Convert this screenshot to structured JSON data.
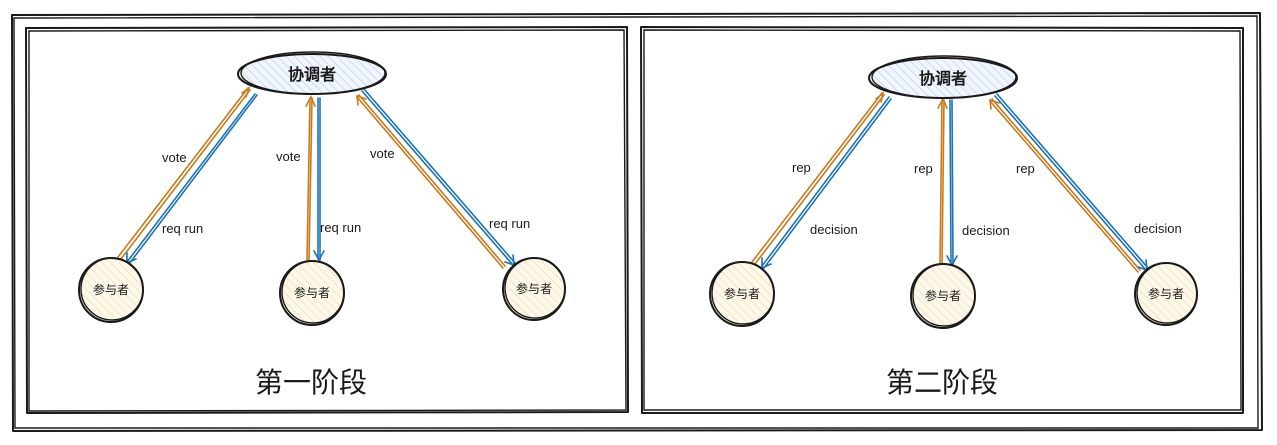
{
  "phases": [
    {
      "title": "第一阶段",
      "coordinator": "协调者",
      "participants": [
        "参与者",
        "参与者",
        "参与者"
      ],
      "up_label": "vote",
      "down_label": "req run"
    },
    {
      "title": "第二阶段",
      "coordinator": "协调者",
      "participants": [
        "参与者",
        "参与者",
        "参与者"
      ],
      "up_label": "rep",
      "down_label": "decision"
    }
  ],
  "colors": {
    "up_arrow": "#c9791a",
    "down_arrow": "#1a73b8",
    "coordinator_fill": "#e8eef8",
    "participant_fill": "#fbf3dc"
  }
}
